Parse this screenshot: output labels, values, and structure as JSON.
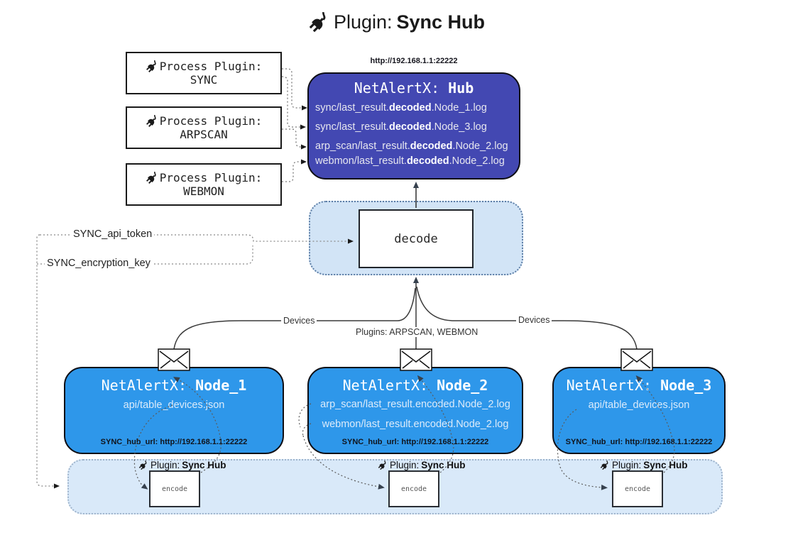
{
  "title": {
    "prefix": "Plugin: ",
    "bold": "Sync Hub"
  },
  "process_plugins": [
    {
      "label": "Process Plugin:",
      "name": "SYNC"
    },
    {
      "label": "Process Plugin:",
      "name": "ARPSCAN"
    },
    {
      "label": "Process Plugin:",
      "name": "WEBMON"
    }
  ],
  "hub": {
    "url_above": "http://192.168.1.1:22222",
    "title_prefix": "NetAlertX: ",
    "title_bold": "Hub",
    "lines": [
      {
        "pre": "sync/last_result.",
        "bold": "decoded",
        "post": ".Node_1.log"
      },
      {
        "pre": "sync/last_result.",
        "bold": "decoded",
        "post": ".Node_3.log"
      },
      {
        "pre": "arp_scan/last_result.",
        "bold": "decoded",
        "post": ".Node_2.log"
      },
      {
        "pre": "webmon/last_result.",
        "bold": "decoded",
        "post": ".Node_2.log"
      }
    ]
  },
  "decode_label": "decode",
  "settings": {
    "api_token": "SYNC_api_token",
    "encryption_key": "SYNC_encryption_key"
  },
  "edge_labels": {
    "devices_left": "Devices",
    "devices_right": "Devices",
    "plugins_mid": "Plugins: ARPSCAN, WEBMON"
  },
  "nodes": [
    {
      "title_prefix": "NetAlertX: ",
      "title_bold": "Node_1",
      "lines": [
        "api/table_devices.json"
      ],
      "hub_url": "SYNC_hub_url: http://192.168.1.1:22222"
    },
    {
      "title_prefix": "NetAlertX: ",
      "title_bold": "Node_2",
      "lines": [
        "arp_scan/last_result.encoded.Node_2.log",
        "webmon/last_result.encoded.Node_2.log"
      ],
      "hub_url": "SYNC_hub_url: http://192.168.1.1:22222"
    },
    {
      "title_prefix": "NetAlertX: ",
      "title_bold": "Node_3",
      "lines": [
        "api/table_devices.json"
      ],
      "hub_url": "SYNC_hub_url: http://192.168.1.1:22222"
    }
  ],
  "sync_band": {
    "plugin_label_prefix": "Plugin: ",
    "plugin_label_bold": "Sync Hub",
    "encode_label": "encode"
  },
  "colors": {
    "hub_fill": "#4348b2",
    "node_fill": "#2e97ea",
    "band_fill": "#d9e9f9",
    "decode_panel_fill": "#d2e4f6",
    "arrow_dark": "#36414e",
    "border": "#111111"
  }
}
